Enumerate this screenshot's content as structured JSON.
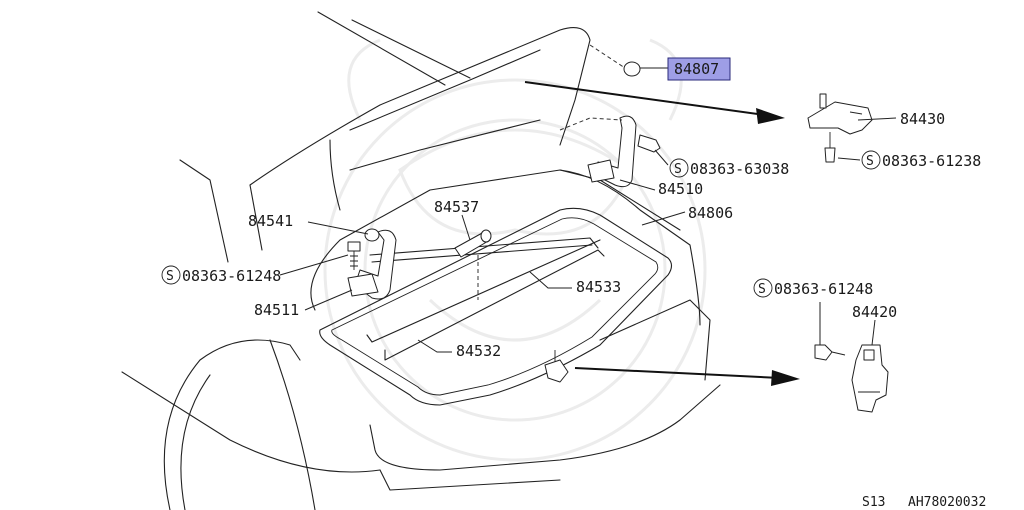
{
  "callouts": {
    "p84807": "84807",
    "p84430": "84430",
    "p84510": "84510",
    "p84806": "84806",
    "p84541": "84541",
    "p84537": "84537",
    "p84533": "84533",
    "p84511": "84511",
    "p84532": "84532",
    "p84420": "84420"
  },
  "bolts": {
    "b_63038": "08363-63038",
    "b_61238": "08363-61238",
    "b_61248_left": "08363-61248",
    "b_61248_right": "08363-61248"
  },
  "symbols": {
    "s_circle": "S"
  },
  "footer": {
    "series": "S13",
    "code": "AH78020032"
  },
  "colors": {
    "highlight": "#9e9ee6",
    "line": "#222222",
    "background": "#ffffff"
  }
}
